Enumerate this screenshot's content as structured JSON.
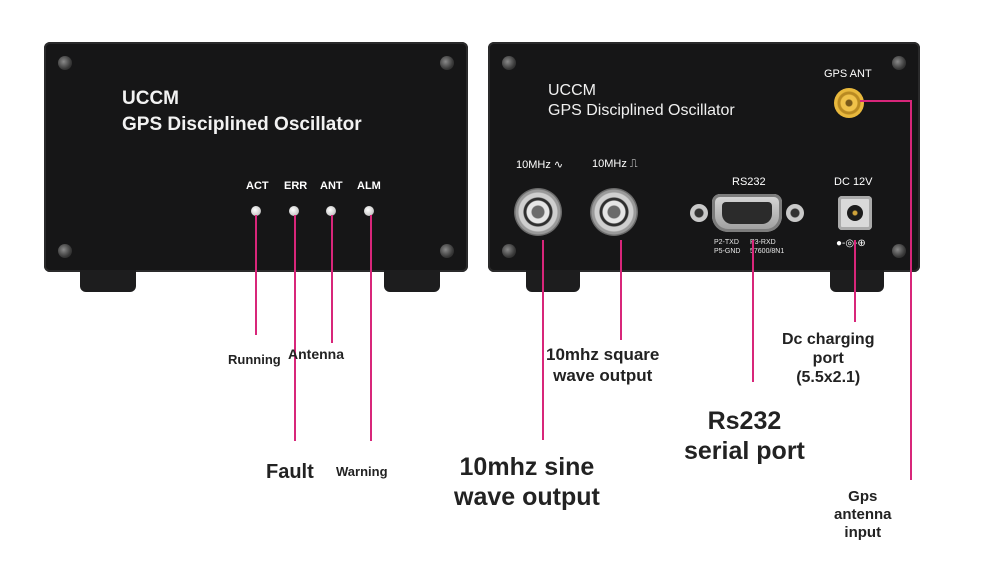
{
  "front_panel": {
    "title_line1": "UCCM",
    "title_line2": "GPS Disciplined Oscillator",
    "leds": [
      {
        "label": "ACT"
      },
      {
        "label": "ERR"
      },
      {
        "label": "ANT"
      },
      {
        "label": "ALM"
      }
    ]
  },
  "rear_panel": {
    "title_line1": "UCCM",
    "title_line2": "GPS Disciplined Oscillator",
    "gps_ant_label": "GPS ANT",
    "sine_label": "10MHz ∿",
    "square_label": "10MHz ⎍",
    "rs232_label": "RS232",
    "rs232_pin_left": "P2-TXD\nP5-GND",
    "rs232_pin_right": "P3-RXD\n57600/8N1",
    "dc_label": "DC 12V",
    "polarity": "●-◎-⊕"
  },
  "callouts": {
    "running": "Running",
    "antenna": "Antenna",
    "fault": "Fault",
    "warning": "Warning",
    "square_wave": "10mhz square\nwave output",
    "sine_wave": "10mhz sine\nwave output",
    "rs232": "Rs232\nserial port",
    "dc_port": "Dc charging\nport\n(5.5x2.1)",
    "gps_input": "Gps\nantenna\ninput"
  },
  "colors": {
    "leader_line": "#d8267a",
    "panel": "#161617"
  }
}
